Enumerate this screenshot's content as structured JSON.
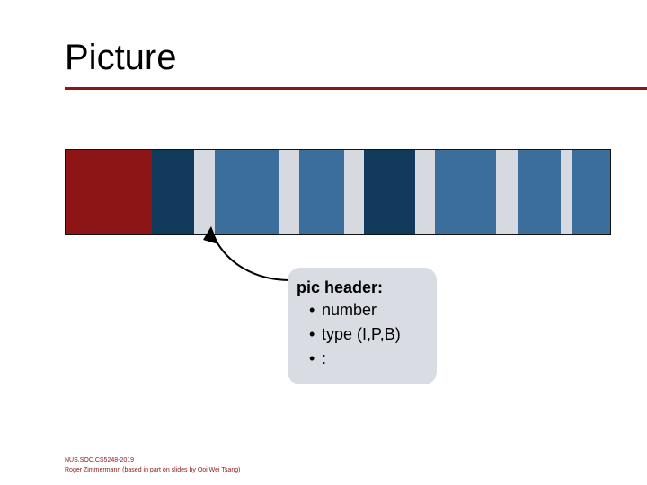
{
  "slide": {
    "title": "Picture",
    "accent_color": "#8d1515",
    "rule_color": "#8d1515",
    "background": "#ffffff"
  },
  "picture_strip": {
    "name": "picture-strip",
    "border_color": "#111111",
    "segments": [
      {
        "name": "segment-dark-red",
        "color": "#8d1515",
        "width": 96
      },
      {
        "name": "segment-navy",
        "color": "#123a5c",
        "width": 47
      },
      {
        "name": "segment-light-gray",
        "color": "#d6dae0",
        "width": 23
      },
      {
        "name": "segment-steel-blue",
        "color": "#3c6e9b",
        "width": 72
      },
      {
        "name": "segment-light-gray-2",
        "color": "#d6dae0",
        "width": 22
      },
      {
        "name": "segment-steel-blue-2",
        "color": "#3c6e9b",
        "width": 50
      },
      {
        "name": "segment-light-gray-3",
        "color": "#d6dae0",
        "width": 22
      },
      {
        "name": "segment-navy-2",
        "color": "#123a5c",
        "width": 57
      },
      {
        "name": "segment-light-gray-4",
        "color": "#d6dae0",
        "width": 22
      },
      {
        "name": "segment-steel-blue-3",
        "color": "#3c6e9b",
        "width": 68
      },
      {
        "name": "segment-light-gray-5",
        "color": "#d6dae0",
        "width": 24
      },
      {
        "name": "segment-steel-blue-4",
        "color": "#3c6e9b",
        "width": 48
      },
      {
        "name": "segment-light-gray-6",
        "color": "#d6dae0",
        "width": 13
      },
      {
        "name": "segment-steel-blue-5",
        "color": "#3c6e9b",
        "width": 44
      }
    ]
  },
  "callout": {
    "heading": "pic header:",
    "items": [
      "number",
      "type (I,P,B)",
      ":"
    ],
    "fill_color": "#d9dde3"
  },
  "footer": {
    "line1": "NUS.SOC.CS5248-2019",
    "line2": "Roger Zimmermann (based in part on slides by Ooi Wei Tsang)"
  }
}
